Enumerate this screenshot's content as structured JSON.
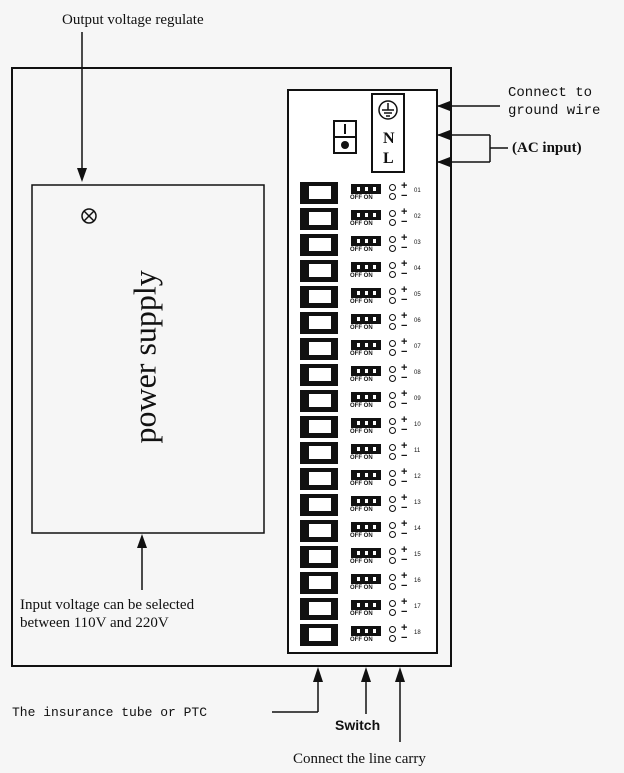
{
  "labels": {
    "output_voltage": "Output voltage regulate",
    "ground1": "Connect to",
    "ground2": "ground wire",
    "ac_input": "(AC input)",
    "power_supply": "power supply",
    "input_voltage_1": "Input voltage can be selected",
    "input_voltage_2": "between 110V and 220V",
    "fuse": "The insurance tube or PTC",
    "switch": "Switch",
    "line_carry": "Connect the line carry",
    "N": "N",
    "L": "L"
  },
  "switch_states": {
    "off": "OFF",
    "on": "ON"
  },
  "terminal_signs": "+−",
  "channels": [
    "01",
    "02",
    "03",
    "04",
    "05",
    "06",
    "07",
    "08",
    "09",
    "10",
    "11",
    "12",
    "13",
    "14",
    "15",
    "16",
    "17",
    "18"
  ],
  "icons": {
    "knob": "cross-circle-icon",
    "ground": "ground-icon"
  }
}
